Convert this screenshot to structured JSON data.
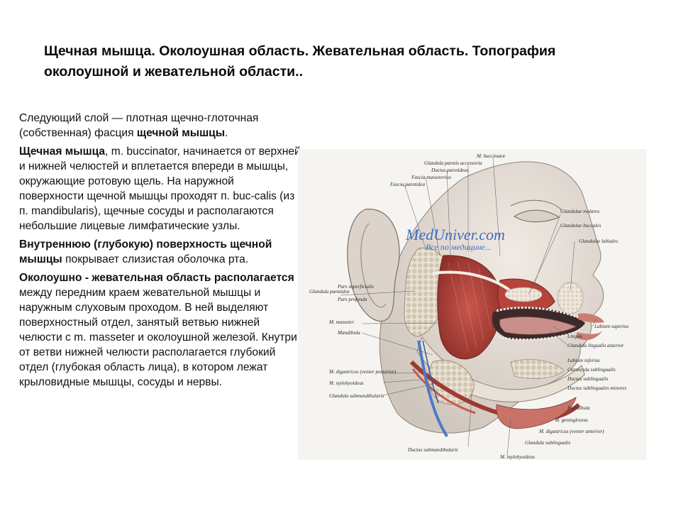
{
  "title": "Щечная мышца. Околоушная область. Жевательная область. Топография околоушной и жевательной области..",
  "paragraphs": {
    "p1": {
      "a": "Следующий слой — плотная щечно-глоточная (собственная) фасция ",
      "b": "щечной мышцы",
      "c": "."
    },
    "p2": {
      "a": "Щечная мышца",
      "b": ", m. buccinator, начинается от верхней и нижней челюстей и вплетается впереди в мышцы, окружающие ротовую щель. На наружной поверхности щечной мышцы проходят п. buc-calis (из п. mandibularis), щечные сосуды и располагаются небольшие лицевые лимфатические узлы."
    },
    "p3": {
      "a": "Внутреннюю (глубокую) поверхность щечной мышцы",
      "b": " покрывает слизистая оболочка рта."
    },
    "p4": {
      "a": "Околоушно - жевательная область располагается",
      "b": " между передним краем жевательной мышцы и наружным слуховым проходом. В ней выделяют поверхностный отдел, занятый ветвью нижней челюсти с m. masseter и околоушной железой. Кнутри от ветви нижней челюсти располагается глубокий отдел (глубокая область лица), в котором лежат крыловидные мышцы, сосуды и нервы."
    }
  },
  "figure": {
    "watermark_main": "MedUniver.com",
    "watermark_sub": "Все по медицине...",
    "labels_top": [
      "M. buccinator",
      "Glandula parotis accessoria",
      "Ductus parotideus",
      "Fascia masseterica",
      "Fascia parotidea"
    ],
    "labels_right": [
      "Glandulae molares",
      "Glandulae buccales",
      "Glandulae labiales",
      "Labium superius",
      "Lingua",
      "Glandula lingualis anterior",
      "Labium inferius",
      "Caruncula sublingualis",
      "Ductus sublingualis",
      "Ductus sublinguales minores",
      "Mandibula",
      "M. genioglossus",
      "M. digastricus (venter anterior)",
      "Glandula sublingualis"
    ],
    "labels_left": [
      "Glandula parotidea",
      "Pars superficialis",
      "Pars profunda",
      "M. masseter",
      "Mandibula",
      "M. digastricus (venter posterior)",
      "M. stylohyoideus",
      "Glandula submandibularis"
    ],
    "labels_bottom": [
      "Ductus submandibularis",
      "M. mylohyoideus"
    ]
  }
}
